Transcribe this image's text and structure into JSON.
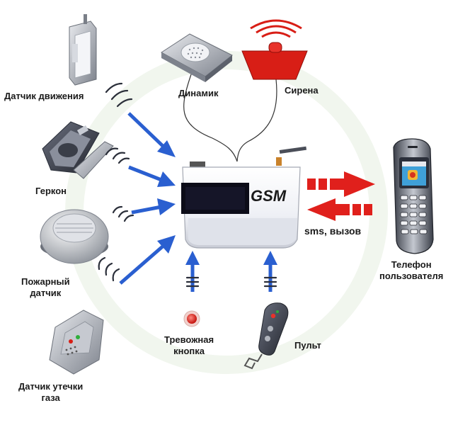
{
  "labels": {
    "motion_sensor": "Датчик движения",
    "reed_switch": "Геркон",
    "fire_sensor_line1": "Пожарный",
    "fire_sensor_line2": "датчик",
    "gas_sensor_line1": "Датчик утечки",
    "gas_sensor_line2": "газа",
    "speaker": "Динамик",
    "siren": "Сирена",
    "panic_button_line1": "Тревожная",
    "panic_button_line2": "кнопка",
    "remote": "Пульт",
    "phone_line1": "Телефон",
    "phone_line2": "пользователя",
    "gsm": "GSM",
    "sms_call": "sms, вызов"
  },
  "colors": {
    "arrow_blue": "#2a5fd0",
    "arrow_red": "#e0201c",
    "device_grey": "#9aa0a8",
    "device_dark": "#2b2f3a",
    "siren_red": "#d81e16",
    "display_black": "#0c0c18"
  },
  "icons": {
    "motion_sensor": "motion-sensor-icon",
    "reed_switch": "reed-switch-icon",
    "fire_sensor": "smoke-detector-icon",
    "gas_sensor": "gas-sensor-icon",
    "speaker": "speaker-icon",
    "siren": "siren-icon",
    "panic_button": "panic-button-icon",
    "remote": "key-fob-icon",
    "phone": "mobile-phone-icon",
    "panel": "gsm-panel-icon"
  }
}
